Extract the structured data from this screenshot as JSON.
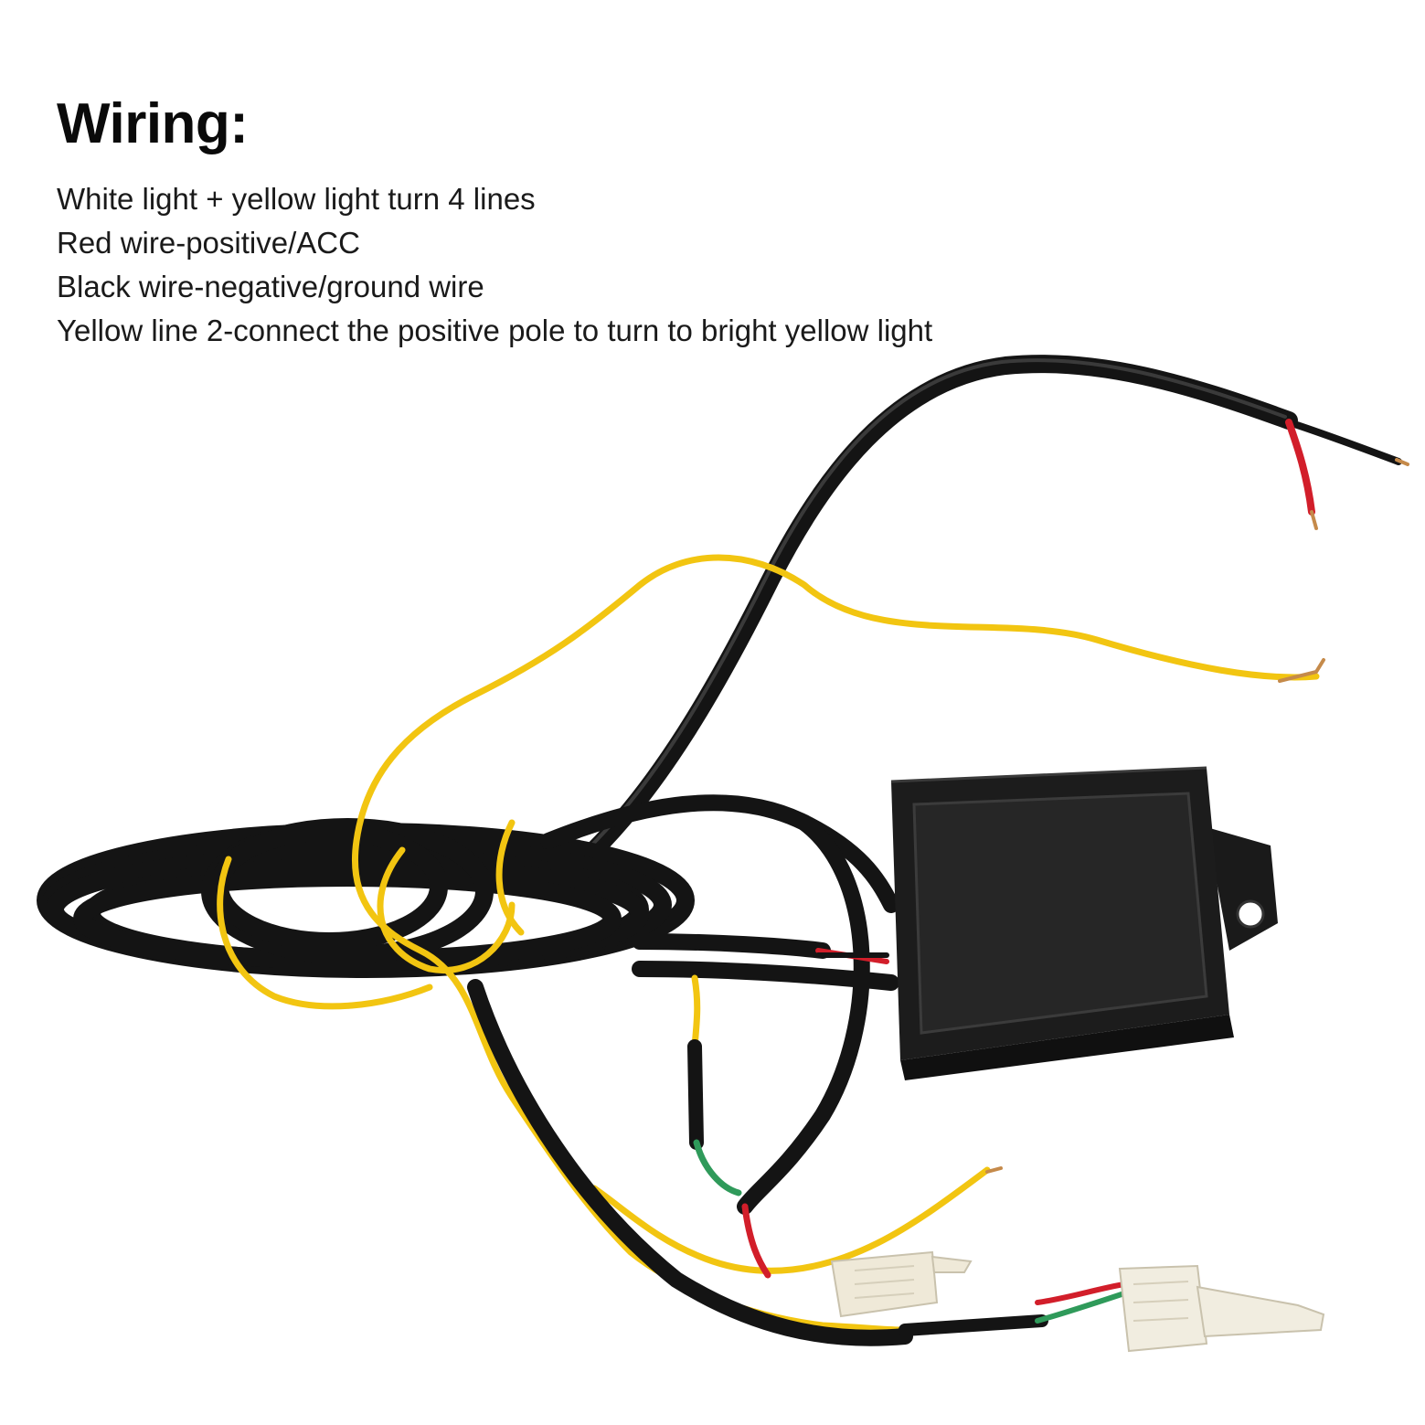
{
  "heading": "Wiring:",
  "lines": [
    "White light + yellow light turn 4 lines",
    "Red wire-positive/ACC",
    "Black wire-negative/ground wire",
    "Yellow line 2-connect the positive pole to turn to bright yellow light"
  ],
  "colors": {
    "background": "#ffffff",
    "text": "#1a1a1a",
    "cable_black": "#141414",
    "wire_yellow": "#f2c511",
    "wire_red": "#d21e2a",
    "wire_green": "#2f9a5a",
    "connector": "#f1ede0",
    "module_box": "#1c1c1c"
  },
  "image": {
    "subject": "led-controller-wiring-harness",
    "icons": [
      "controller-module-icon",
      "connector-plug-icon"
    ]
  }
}
